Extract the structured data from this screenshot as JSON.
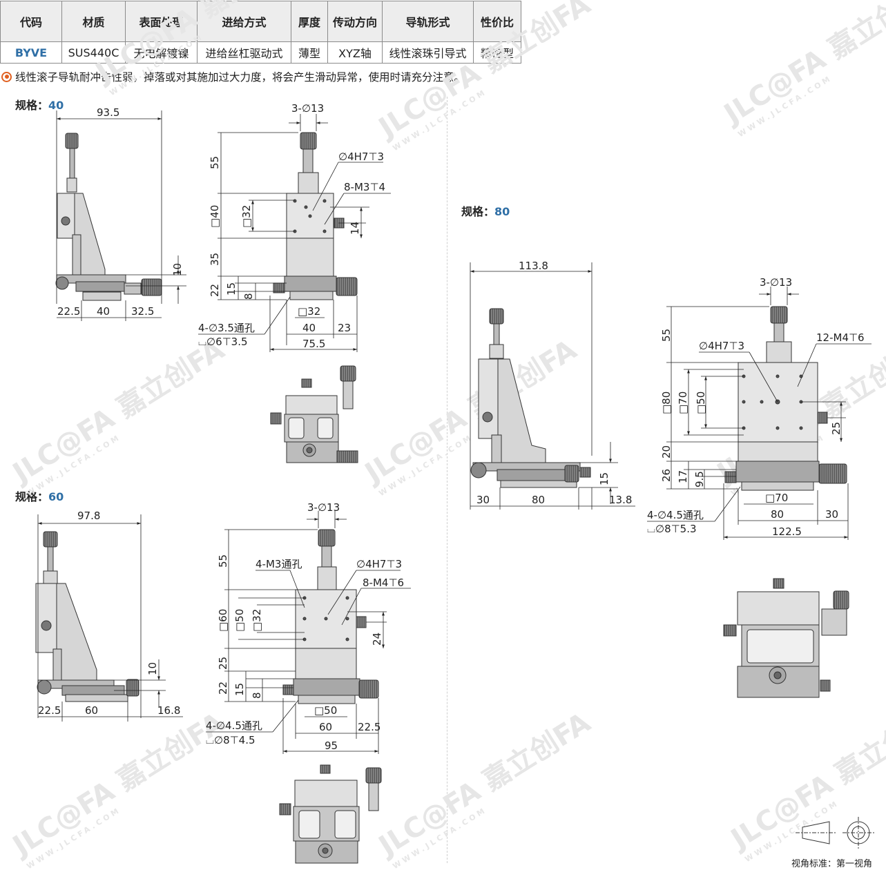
{
  "table": {
    "headers": [
      "代码",
      "材质",
      "表面处理",
      "进给方式",
      "厚度",
      "传动方向",
      "导轨形式",
      "性价比"
    ],
    "row": [
      "BYVE",
      "SUS440C",
      "无电解镀镍",
      "进给丝杠驱动式",
      "薄型",
      "XYZ轴",
      "线性滚珠引导式",
      "精密型"
    ]
  },
  "note": "线性滚子导轨耐冲击性弱，掉落或对其施加过大力度，将会产生滑动异常，使用时请充分注意。",
  "spec_prefix": "规格：",
  "specs": {
    "s40": {
      "size": "40",
      "dims": {
        "width_total": "93.5",
        "offset_right": "10",
        "base_left": "22.5",
        "base_mid": "40",
        "base_right": "32.5",
        "holes_top": "3-∅13",
        "h_55": "55",
        "sq_40": "□40",
        "sq_32": "□32",
        "h_35": "35",
        "h_22": "22",
        "h_15": "15",
        "h_8": "8",
        "pin": "∅4H7⊤3",
        "tap": "8-M3⊤4",
        "side_14": "14",
        "bottom_sq": "□32",
        "bottom_40": "40",
        "bottom_23": "23",
        "bottom_total": "75.5",
        "mount_holes": "4-∅3.5通孔",
        "cbore": "⌴∅6⊤3.5"
      }
    },
    "s60": {
      "size": "60",
      "dims": {
        "width_total": "97.8",
        "offset_right": "10",
        "base_left": "22.5",
        "base_mid": "60",
        "base_right": "16.8",
        "holes_top": "3-∅13",
        "h_55": "55",
        "sq_60": "□60",
        "sq_50": "□50",
        "sq_32": "□32",
        "h_25": "25",
        "h_22": "22",
        "h_15": "15",
        "h_8": "8",
        "thru": "4-M3通孔",
        "pin": "∅4H7⊤3",
        "tap": "8-M4⊤6",
        "side_24": "24",
        "bottom_sq": "□50",
        "bottom_60": "60",
        "bottom_22": "22.5",
        "bottom_total": "95",
        "mount_holes": "4-∅4.5通孔",
        "cbore": "⌴∅8⊤4.5"
      }
    },
    "s80": {
      "size": "80",
      "dims": {
        "width_total": "113.8",
        "offset_right": "15",
        "base_left": "30",
        "base_mid": "80",
        "base_right": "13.8",
        "holes_top": "3-∅13",
        "h_55": "55",
        "pin": "∅4H7⊤3",
        "tap": "12-M4⊤6",
        "sq_80": "□80",
        "sq_70": "□70",
        "sq_50": "□50",
        "side_25": "25",
        "h_20": "20",
        "h_26": "26",
        "h_17": "17",
        "h_95": "9.5",
        "bottom_sq": "□70",
        "bottom_80": "80",
        "bottom_30": "30",
        "bottom_total": "122.5",
        "mount_holes": "4-∅4.5通孔",
        "cbore": "⌴∅8⊤5.3"
      }
    }
  },
  "watermark": {
    "brand": "JLC@FA 嘉立创FA",
    "site": "WWW.JLCFA.COM"
  },
  "view_standard": "视角标准：第一视角"
}
